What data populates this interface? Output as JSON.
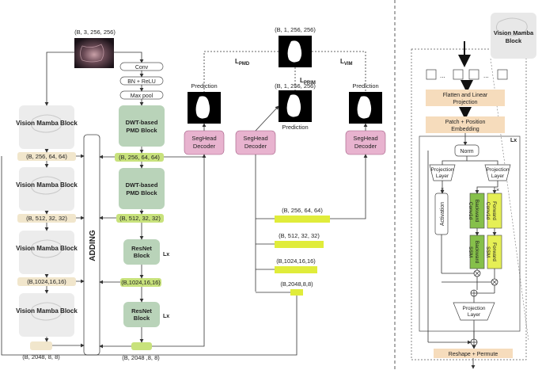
{
  "input": {
    "shape": "(B, 3, 256, 256)"
  },
  "stem": {
    "conv": "Conv",
    "bn_relu": "BN + ReLU",
    "maxpool": "Max pool"
  },
  "vmb_label": "Vision Mamba Block",
  "pmd_label": "DWT-based PMD Block",
  "resnet_label": "ResNet Block",
  "lx": "Lx",
  "adding": "ADDING",
  "feature_shapes": [
    "(B, 256, 64, 64)",
    "(B, 512, 32, 32)",
    "(B,1024,16,16)",
    "(B, 2048, 8, 8)"
  ],
  "mid_shapes": [
    "(B, 256, 64, 64)",
    "(B, 512, 32, 32)",
    "(B,1024,16,16)",
    "(B, 2048 ,8, 8)"
  ],
  "right_shapes": [
    "(B, 256, 64, 64)",
    "(B, 512, 32, 32)",
    "(B,1024,16,16)",
    "(B,2048,8,8)"
  ],
  "seghead": "SegHead Decoder",
  "prediction": "Prediction",
  "gt_shape": "(B, 1, 256, 256)",
  "losses": {
    "pmd": "PMD",
    "prim": "PRIM",
    "vim": "VIM",
    "prefix": "L"
  },
  "detail": {
    "title": "Vision Mamba Block",
    "flatten": "Flatten and Linear Projection",
    "patch": "Patch + Position Embedding",
    "lx": "Lx",
    "norm": "Norm",
    "proj": "Projection Layer",
    "activation": "Activation",
    "bconv": "Backward Conv1d",
    "fconv": "Forward Conv1d",
    "bssm": "Backward SSM",
    "fssm": "Forward SSM",
    "out_proj": "Projection Layer",
    "reshape": "Reshape + Permute",
    "ellipsis": "..."
  },
  "colors": {
    "green": "#b9d3b9",
    "tan": "#f1e6cc",
    "pink": "#e8b3cf",
    "yellow": "#e0ec3a",
    "light_green": "#c8e27c",
    "peach": "#f6dcbc",
    "ssm_green": "#86c04a",
    "ssm_yellow": "#e5ef55"
  }
}
